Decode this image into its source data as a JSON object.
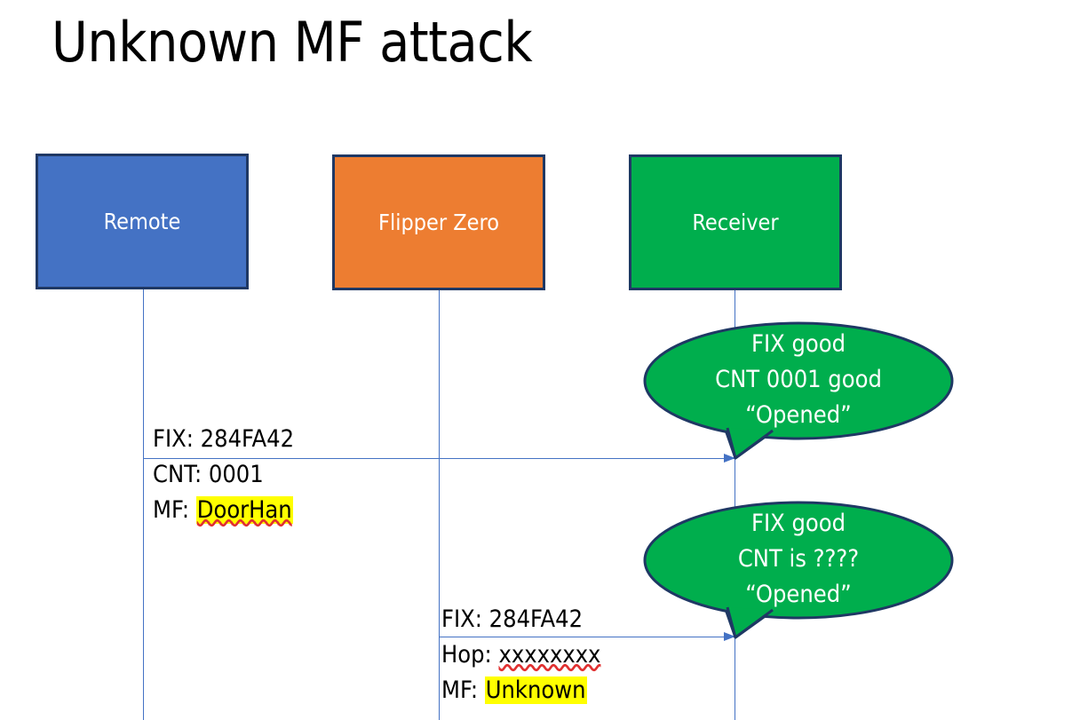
{
  "slide": {
    "title": "Unknown MF attack",
    "background": "#ffffff"
  },
  "colors": {
    "remote": "#4472C4",
    "flipper": "#ED7D31",
    "receiver": "#00AE4D",
    "box_border": "#1F3864",
    "line": "#4472C4",
    "highlight": "#FFFF00",
    "spellcheck_underline": "#E03030",
    "bubble_fill": "#00AE4D",
    "bubble_border": "#1F3864",
    "text": "#000000",
    "actor_label_text": "#FFFFFF"
  },
  "actors": [
    {
      "id": "remote",
      "label": "Remote"
    },
    {
      "id": "flipper",
      "label": "Flipper Zero"
    },
    {
      "id": "receiver",
      "label": "Receiver"
    }
  ],
  "messages": [
    {
      "id": "msg-1",
      "from": "remote",
      "to": "receiver",
      "lines": [
        {
          "label": "FIX: ",
          "value": "284FA42",
          "highlight": false,
          "spellcheck": false
        },
        {
          "label": "CNT: ",
          "value": "0001",
          "highlight": false,
          "spellcheck": false
        },
        {
          "label": "MF: ",
          "value": "DoorHan",
          "highlight": true,
          "spellcheck": true
        }
      ]
    },
    {
      "id": "msg-2",
      "from": "flipper",
      "to": "receiver",
      "lines": [
        {
          "label": "FIX: ",
          "value": "284FA42",
          "highlight": false,
          "spellcheck": false
        },
        {
          "label": "Hop: ",
          "value": "xxxxxxxx",
          "highlight": false,
          "spellcheck": true
        },
        {
          "label": "MF: ",
          "value": "Unknown",
          "highlight": true,
          "spellcheck": false
        }
      ]
    }
  ],
  "bubbles": [
    {
      "id": "bubble-1",
      "owner": "receiver",
      "lines": [
        "FIX good",
        "CNT 0001 good",
        "“Opened”"
      ]
    },
    {
      "id": "bubble-2",
      "owner": "receiver",
      "lines": [
        "FIX good",
        "CNT is ????",
        "“Opened”"
      ]
    }
  ]
}
